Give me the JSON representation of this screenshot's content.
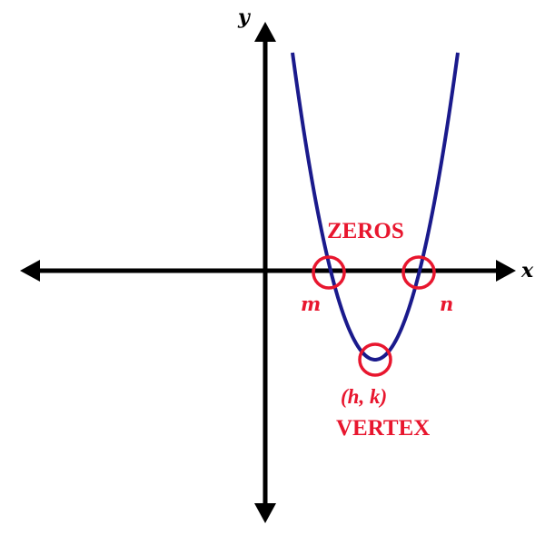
{
  "colors": {
    "curve": "#1a1a8c",
    "annotation": "#e8162e",
    "axis": "#000000"
  },
  "axes": {
    "x_label": "x",
    "y_label": "y"
  },
  "parabola": {
    "shape": "upward-opening parabola",
    "roots_labels": [
      "m",
      "n"
    ]
  },
  "annotations": {
    "zeros_label": "ZEROS",
    "root_left": "m",
    "root_right": "n",
    "vertex_coords": "(h, k)",
    "vertex_label": "VERTEX"
  }
}
